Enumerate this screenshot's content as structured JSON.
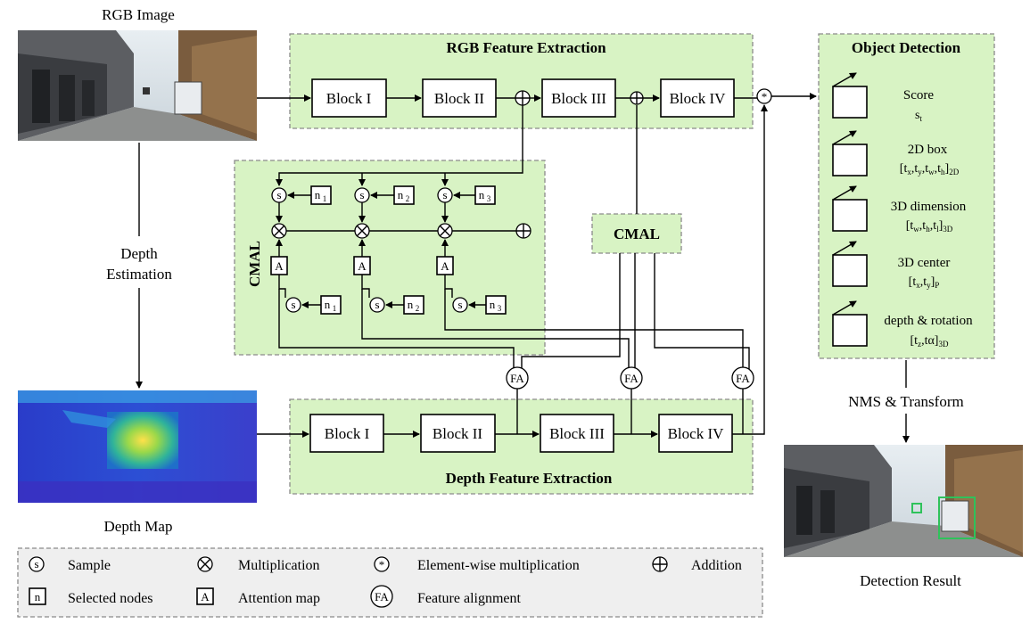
{
  "captions": {
    "rgb_image": "RGB Image",
    "depth_estimation": [
      "Depth",
      "Estimation"
    ],
    "depth_map": "Depth  Map",
    "nms_transform": "NMS & Transform",
    "detection_result": "Detection Result"
  },
  "rgb_branch": {
    "title": "RGB Feature Extraction",
    "blocks": [
      "Block I",
      "Block II",
      "Block III",
      "Block IV"
    ]
  },
  "depth_branch": {
    "title": "Depth Feature Extraction",
    "blocks": [
      "Block I",
      "Block II",
      "Block III",
      "Block IV"
    ]
  },
  "cmal": {
    "label": "CMAL",
    "detail_label": "CMAL",
    "sample_symbol": "s",
    "attention_symbol": "A",
    "node_base": "n",
    "node_indices": [
      "1",
      "2",
      "3"
    ],
    "align_symbol": "FA"
  },
  "object_detection": {
    "title": "Object Detection",
    "heads": [
      {
        "name": "Score",
        "formula_parts": [
          "s",
          "t",
          "",
          ""
        ]
      },
      {
        "name": "2D box",
        "formula_parts": [
          "[t",
          "x",
          ",t",
          "y",
          ",t",
          "w",
          ",t",
          "h",
          "]",
          "2D"
        ]
      },
      {
        "name": "3D dimension",
        "formula_parts": [
          "[t",
          "w",
          ",t",
          "h",
          ",t",
          "l",
          "]",
          "3D"
        ]
      },
      {
        "name": "3D center",
        "formula_parts": [
          "[t",
          "x",
          ",t",
          "y",
          "]",
          "P"
        ]
      },
      {
        "name": "depth & rotation",
        "formula_parts": [
          "[t",
          "z",
          ",tα]",
          "3D"
        ]
      }
    ]
  },
  "legend": {
    "items": [
      {
        "symbol": "s",
        "label": "Sample"
      },
      {
        "symbol": "⊗",
        "label": "Multiplication"
      },
      {
        "symbol": "*",
        "label": "Element-wise multiplication"
      },
      {
        "symbol": "⊕",
        "label": "Addition"
      },
      {
        "symbol": "n",
        "label": "Selected nodes"
      },
      {
        "symbol": "A",
        "label": "Attention map"
      },
      {
        "symbol": "FA",
        "label": "Feature alignment"
      }
    ]
  },
  "colors": {
    "panel_fill": "#d8f3c4",
    "panel_border": "#8a8a8a",
    "legend_fill": "#efefef",
    "bbox_green": "#2fc25b"
  }
}
